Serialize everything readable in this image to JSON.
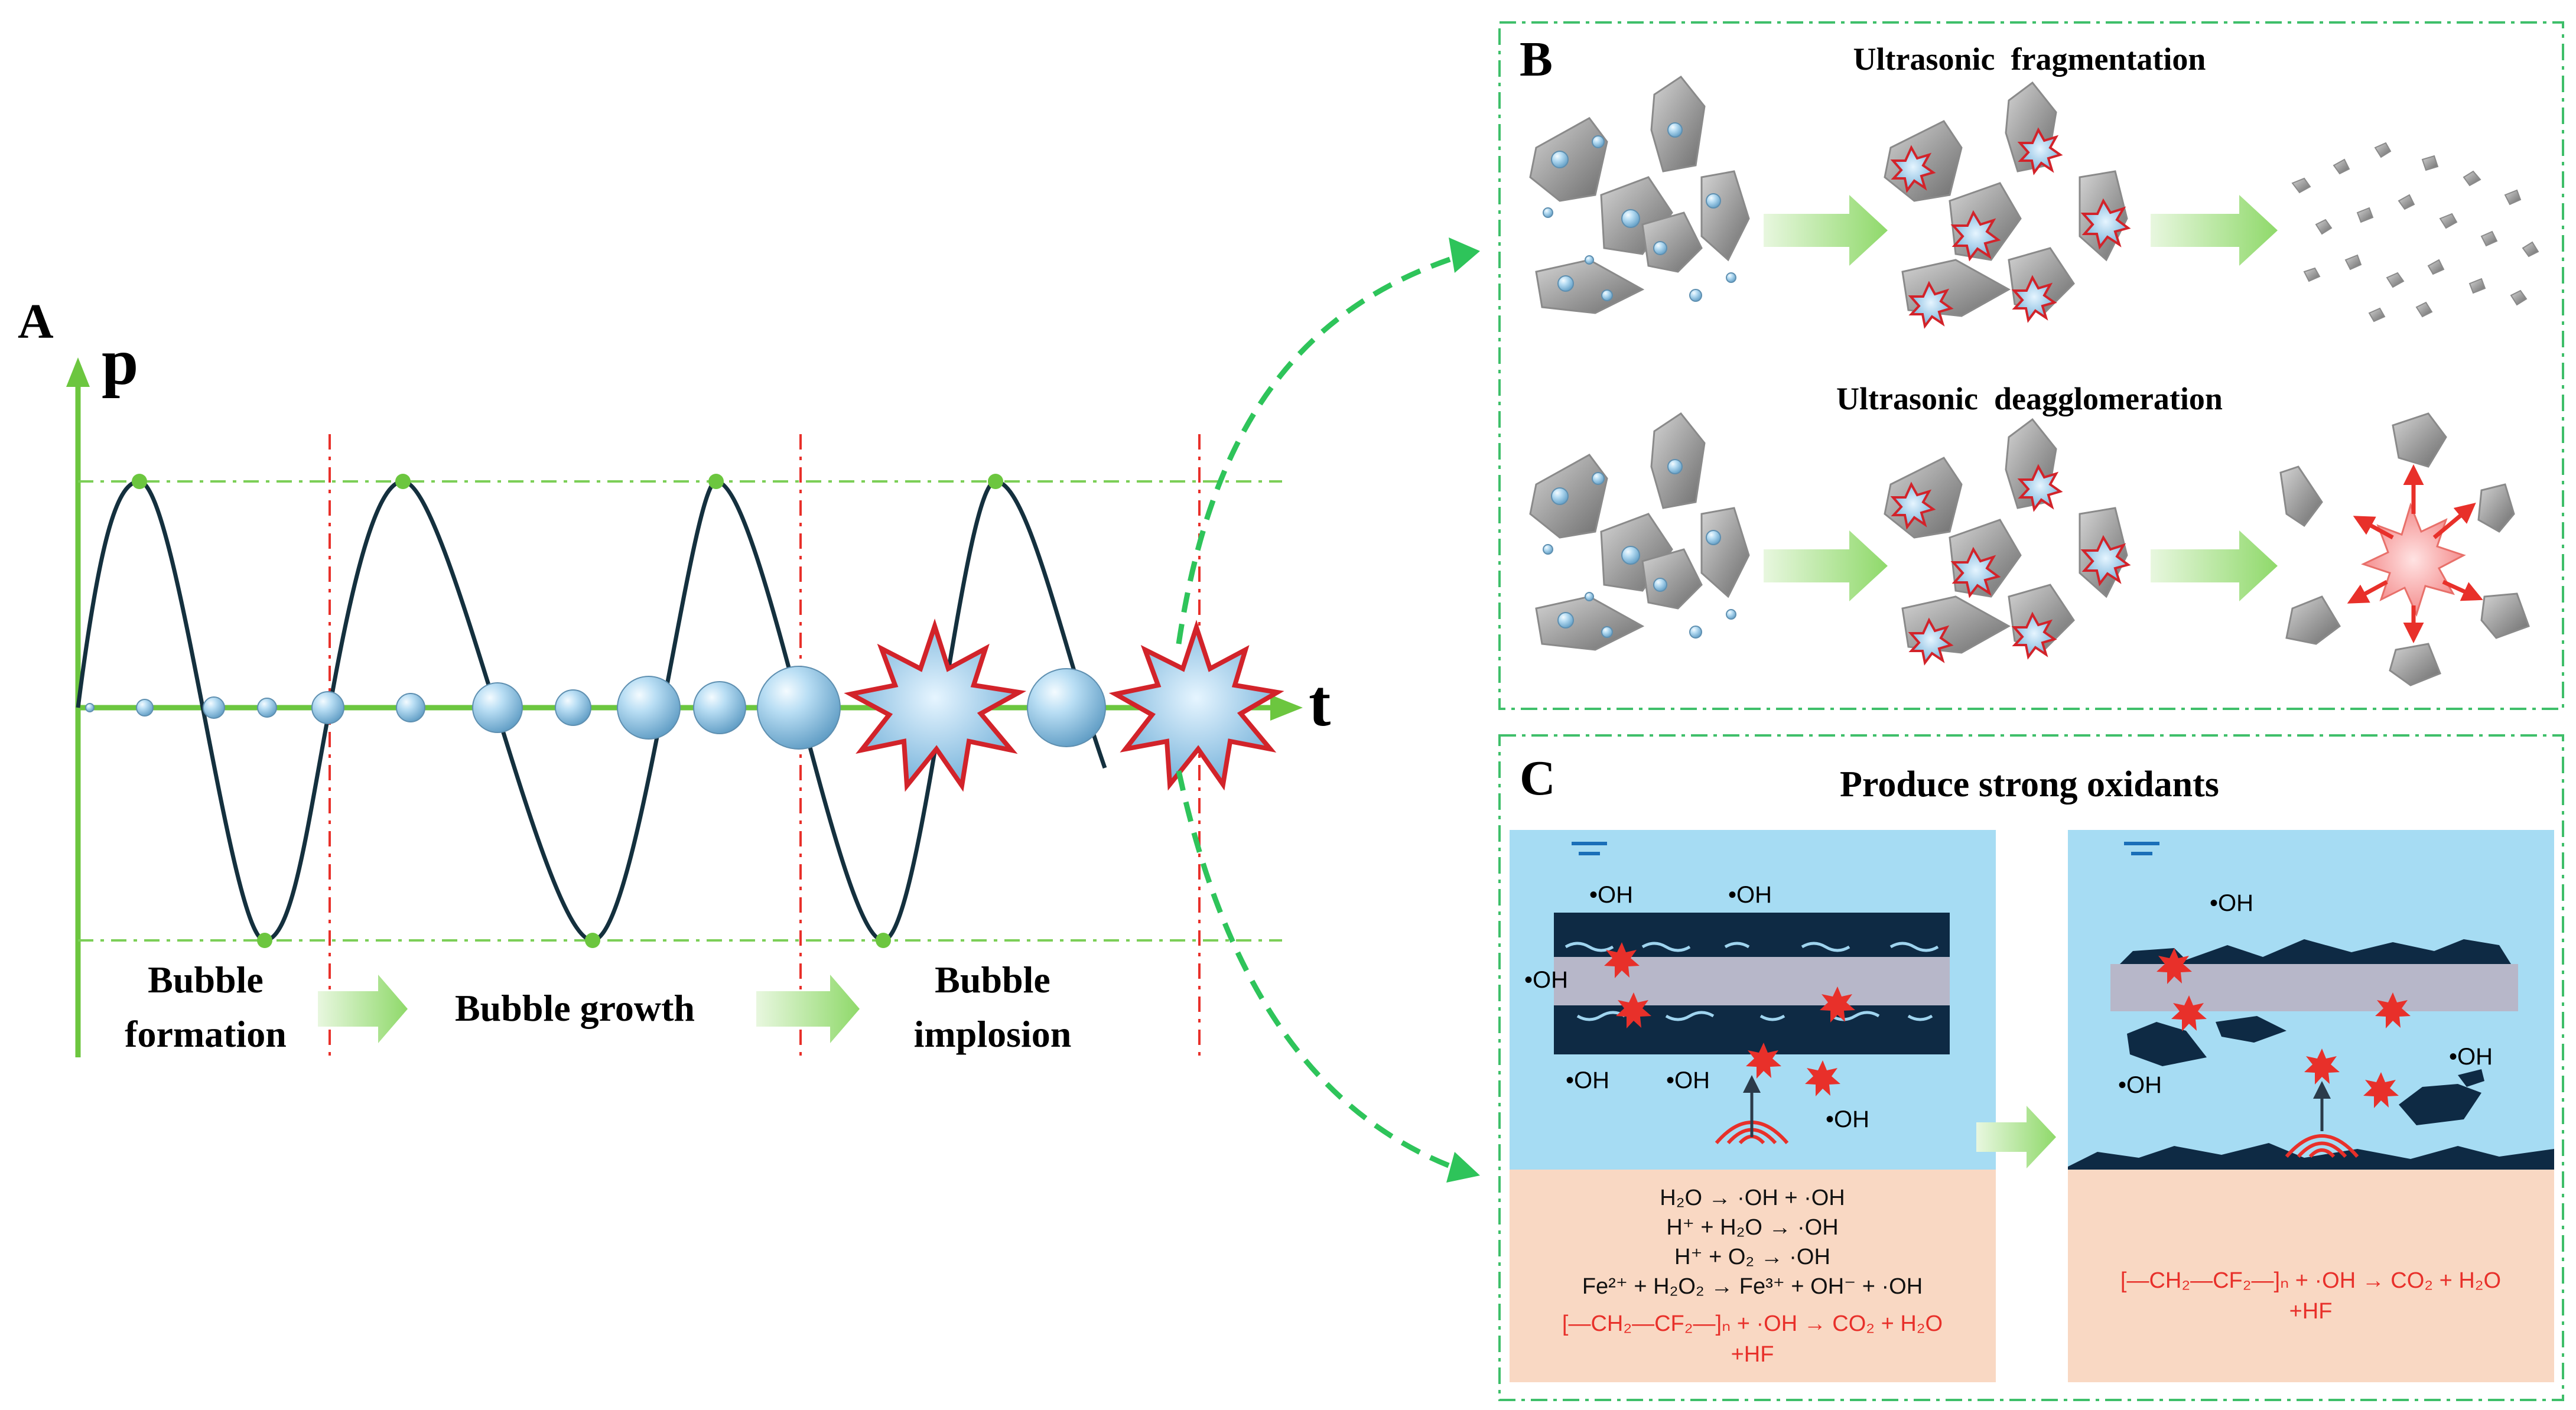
{
  "panels": {
    "a": {
      "letter": "A",
      "y_axis_label": "p",
      "x_axis_label": "t",
      "stages": {
        "formation": [
          "Bubble",
          "formation"
        ],
        "growth": "Bubble growth",
        "implosion": [
          "Bubble",
          "implosion"
        ]
      }
    },
    "b": {
      "letter": "B",
      "row1_title": "Ultrasonic  fragmentation",
      "row2_title": "Ultrasonic  deagglomeration"
    },
    "c": {
      "letter": "C",
      "title": "Produce strong oxidants",
      "radical": "•OH",
      "left_equations": [
        "H₂O → ·OH + ·OH",
        "H⁺ + H₂O → ·OH",
        "H⁺ + O₂ → ·OH",
        "Fe²⁺ + H₂O₂ → Fe³⁺ + OH⁻ + ·OH",
        "[—CH₂—CF₂—]ₙ +  ·OH →  CO₂ + H₂O",
        "+HF"
      ],
      "right_equations": [
        "[—CH₂—CF₂—]ₙ +  ·OH →  CO₂ + H₂O",
        "+HF"
      ]
    }
  },
  "colors": {
    "green_axis": "#6cc63f",
    "wave": "#14303e",
    "red_dash": "#e8302a",
    "bubble": "#a7d3ef",
    "panel_border": "#3fbf6a",
    "water": "#a6dcf3",
    "equation_bg": "#f9d8c3",
    "oxidant_red": "#e8302a",
    "particle": "#9a9a9a",
    "dark_layer": "#0e2a44"
  }
}
